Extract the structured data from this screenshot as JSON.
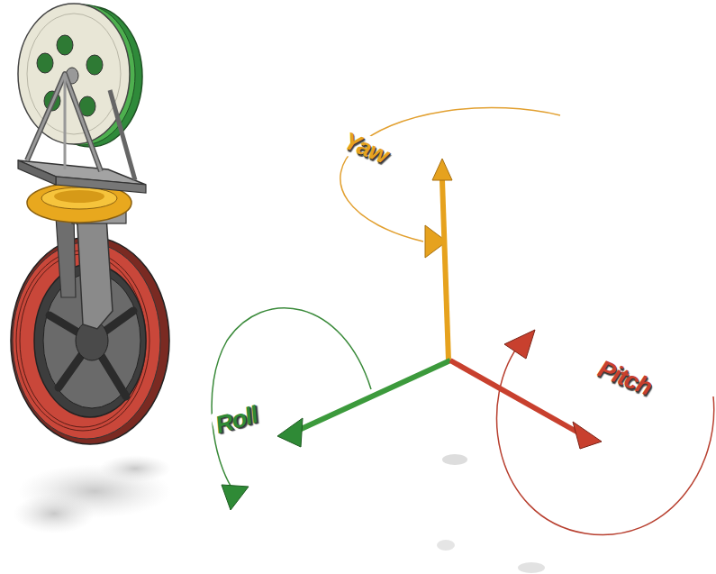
{
  "diagram": {
    "labels": [
      "Yaw",
      "Roll",
      "Pitch"
    ]
  }
}
